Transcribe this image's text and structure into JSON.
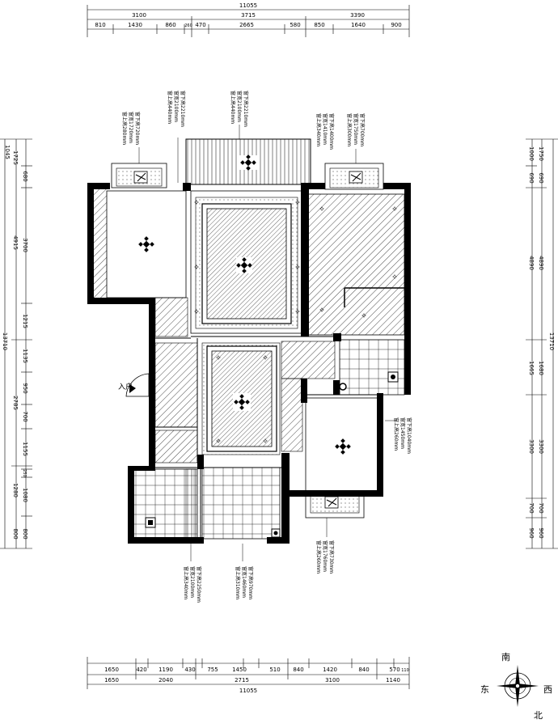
{
  "top_dims": {
    "total": "11055",
    "segments": [
      "3100",
      "3715",
      "3390"
    ],
    "details": [
      "810",
      "1430",
      "860",
      "260",
      "470",
      "2665",
      "580",
      "850",
      "1640",
      "900"
    ]
  },
  "bottom_dims": {
    "total": "11055",
    "row1": [
      "1650",
      "420",
      "1190",
      "430",
      "755",
      "1450",
      "510",
      "840",
      "1420",
      "840",
      "570",
      "110"
    ],
    "row2": [
      "1650",
      "2040",
      "2715",
      "3100",
      "1140"
    ]
  },
  "left_dims": {
    "total": "13710",
    "outer": [
      "4915",
      "2785"
    ],
    "inner": [
      "1045",
      "1725",
      "680",
      "3700",
      "1215",
      "1135",
      "950",
      "700",
      "1155",
      "250",
      "1280",
      "1080",
      "800",
      "800"
    ]
  },
  "right_dims": {
    "total": "13710",
    "outer": [
      "1750",
      "690",
      "4890",
      "1680",
      "3300",
      "700",
      "960"
    ],
    "inner": [
      "1000",
      "690",
      "4890",
      "1665",
      "3300",
      "700",
      "960"
    ]
  },
  "window_notes": {
    "top_left": [
      "窗上高280mm",
      "窗宽1720mm",
      "窗下高720mm"
    ],
    "top_center": [
      "窗上高440mm",
      "窗宽2100mm",
      "窗下高2210mm"
    ],
    "top_right_a": [
      "窗上高300mm",
      "窗宽1750mm",
      "窗下高700mm"
    ],
    "top_right_b": [
      "窗上高340mm",
      "窗宽1410mm",
      "窗下高1400mm"
    ],
    "right_mid": [
      "窗上高260mm",
      "窗宽1450mm",
      "窗下高1040mm"
    ],
    "bottom_left": [
      "窗上高340mm",
      "窗宽2100mm",
      "窗下高2250mm"
    ],
    "bottom_center": [
      "窗上高310mm",
      "窗宽1460mm",
      "窗下高970mm"
    ],
    "bottom_right": [
      "窗上高260mm",
      "窗宽1760mm",
      "窗下高730mm"
    ]
  },
  "entrance_label": "入户",
  "compass": {
    "north": "北",
    "south": "南",
    "east": "东",
    "west": "西"
  }
}
